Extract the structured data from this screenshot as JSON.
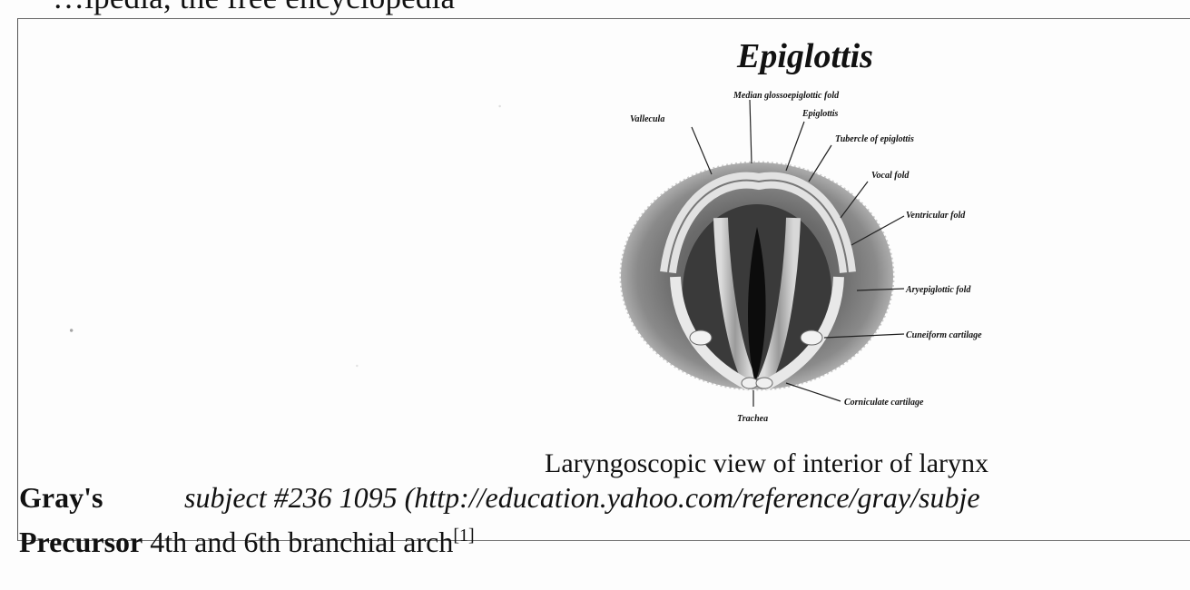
{
  "header_fragment": "…ipedia, the free encyclopedia",
  "infobox": {
    "title": "Epiglottis",
    "image": {
      "labels": [
        "Median glossoepiglottic fold",
        "Vallecula",
        "Epiglottis",
        "Tubercle of epiglottis",
        "Vocal fold",
        "Ventricular fold",
        "Aryepiglottic fold",
        "Cuneiform cartilage",
        "Corniculate cartilage",
        "Trachea"
      ]
    },
    "caption": "Laryngoscopic view of interior of larynx",
    "rows": [
      {
        "label": "Gray's",
        "value": "subject #236 1095 (http://education.yahoo.com/reference/gray/subje"
      },
      {
        "label": "Precursor",
        "value": "4th and 6th branchial arch",
        "ref": "[1]"
      }
    ]
  },
  "colors": {
    "text": "#111111",
    "frame": "#555555",
    "background": "#fdfdfd"
  }
}
